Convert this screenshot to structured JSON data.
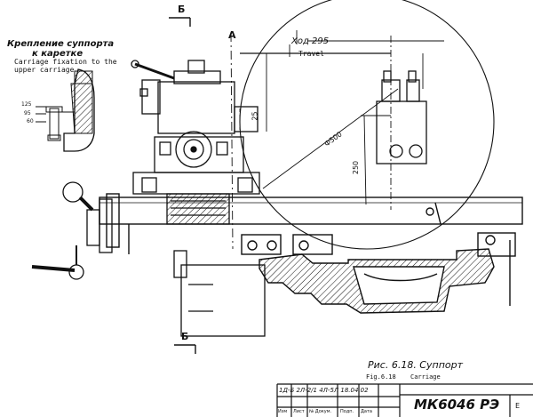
{
  "labels": {
    "section_mark_top": "Б",
    "section_mark_bottom": "Б",
    "view_mark": "А",
    "inset_title_ru_1": "Крепление суппорта",
    "inset_title_ru_2": "к каретке",
    "inset_title_en_1": "Carriage fixation to the",
    "inset_title_en_2": "upper carriage",
    "inset_dim_1": "125",
    "inset_dim_2": "95",
    "inset_dim_3": "60",
    "travel_ru": "Ход 295",
    "travel_en": "Travel",
    "dim_25": "25",
    "dim_250": "250",
    "dim_diameter": "Ф500",
    "figure_ru": "Рис. 6.18. Суппорт",
    "figure_en_num": "Fig.6.18",
    "figure_en": "Carriage"
  },
  "title_block": {
    "header_row": "1Д-Б  2Л-2/1  4Л-5Л  18.04.02",
    "columns": [
      "Изм",
      "Лист",
      "№ Докум.",
      "Подп.",
      "Дата"
    ],
    "doc_code": "МК6046 РЭ",
    "doc_suffix": "E"
  },
  "colors": {
    "ink": "#111111",
    "paper": "#ffffff"
  }
}
